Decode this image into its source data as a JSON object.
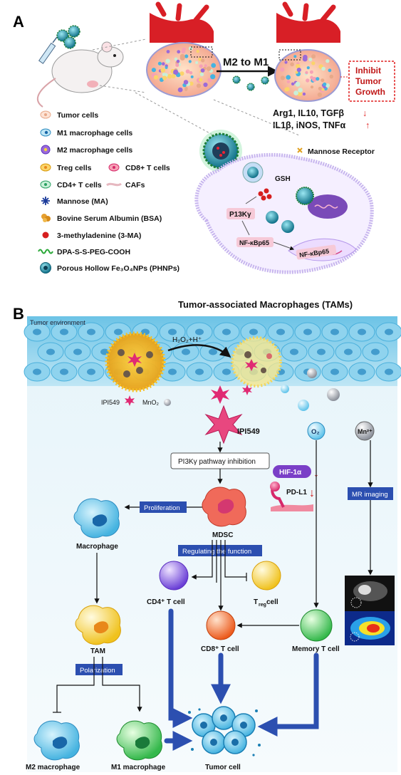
{
  "panel_a": {
    "letter": "A",
    "m2_to_m1": "M2  to  M1",
    "outcome": [
      "Inhibit",
      "Tumor",
      "Growth"
    ],
    "markers_down": "Arg1, IL10, TGFβ",
    "markers_up": "IL1β, iNOS, TNFα",
    "legend": [
      {
        "label": "Tumor cells",
        "icon": "tumor-cell-icon"
      },
      {
        "label": "M1 macrophage cells",
        "icon": "m1-macrophage-icon"
      },
      {
        "label": "M2 macrophage cells",
        "icon": "m2-macrophage-icon"
      },
      {
        "label": "Treg cells",
        "icon": "treg-cell-icon"
      },
      {
        "label": "CD8+ T cells",
        "icon": "cd8-cell-icon"
      },
      {
        "label": "CD4+ T cells",
        "icon": "cd4-cell-icon"
      },
      {
        "label": "CAFs",
        "icon": "caf-icon"
      },
      {
        "label": "Mannose (MA)",
        "icon": "mannose-icon"
      },
      {
        "label": "Bovine Serum Albumin (BSA)",
        "icon": "bsa-icon"
      },
      {
        "label": "3-methyladenine (3-MA)",
        "icon": "3ma-icon"
      },
      {
        "label": "DPA-S-S-PEG-COOH",
        "icon": "dpa-peg-icon"
      },
      {
        "label": "Porous Hollow Fe₃O₄NPs (PHNPs)",
        "icon": "phnp-icon"
      }
    ],
    "mannose_receptor": "Mannose Receptor",
    "gsh": "GSH",
    "p13k": "P13Kγ",
    "nfkb_1": "NF-κBp65",
    "nfkb_2": "NF-κBp65"
  },
  "panel_b": {
    "letter": "B",
    "title": "Tumor-associated Macrophages (TAMs)",
    "tumor_env": "Tumor environment",
    "reaction": "H₂O₂+H⁺",
    "ipi_small": "IPI549",
    "mno2": "MnO₂",
    "ipi_big": "IPI549",
    "o2": "O₂",
    "mn2": "Mn²⁺",
    "pi3k_box": "PI3Kγ pathway inhibition",
    "hif": "HIF-1α",
    "pdl1": "PD-L1",
    "proliferation": "Proliferation",
    "macrophage": "Macrophage",
    "mdsc": "MDSC",
    "regulating": "Regulating the function",
    "mr_imaging": "MR imaging",
    "cd4": "CD4⁺ T cell",
    "treg_main": "T",
    "treg_sub": "reg",
    "treg_tail": " cell",
    "tam": "TAM",
    "cd8": "CD8⁺ T cell",
    "memory": "Memory T cell",
    "polarization": "Polarization",
    "m2": "M2 macrophage",
    "m1": "M1 macrophage",
    "tumor_cell": "Tumor cell"
  },
  "colors": {
    "vessel": "#d81f26",
    "blue_label": "#2b3a9b",
    "tumor_blue": "#2aa6d6",
    "outcome_red": "#e02020"
  }
}
